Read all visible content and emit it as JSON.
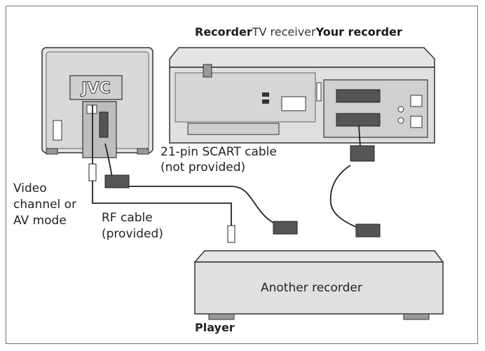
{
  "header": {
    "recorder": "Recorder",
    "tv_receiver": "TV receiver",
    "your_recorder": "Your recorder"
  },
  "tv": {
    "brand": "JVC"
  },
  "labels": {
    "scart_line1": "21-pin SCART cable",
    "scart_line2": "(not provided)",
    "video_line1": "Video",
    "video_line2": "channel or",
    "video_line3": "AV mode",
    "rf_line1": "RF cable",
    "rf_line2": "(provided)",
    "another_recorder": "Another recorder",
    "player": "Player"
  }
}
